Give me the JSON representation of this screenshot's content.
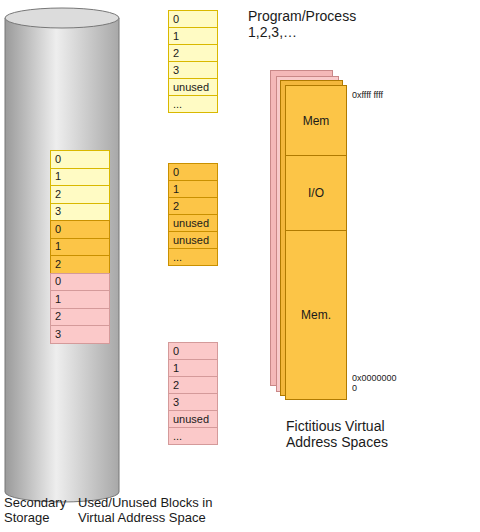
{
  "diagram": {
    "nodes": [
      {
        "text": [
          "0"
        ]
      },
      {
        "text": [
          "1"
        ]
      },
      {
        "text": [
          "2"
        ]
      },
      {
        "text": [
          "3"
        ]
      },
      {
        "text": [
          "0"
        ]
      },
      {
        "text": [
          "1"
        ]
      },
      {
        "text": [
          "2"
        ]
      },
      {
        "text": [
          "0"
        ]
      },
      {
        "text": [
          "1"
        ]
      },
      {
        "text": [
          "2"
        ]
      },
      {
        "text": [
          "3"
        ]
      },
      {
        "text": [
          "0"
        ]
      },
      {
        "text": [
          "1"
        ]
      },
      {
        "text": [
          "2"
        ]
      },
      {
        "text": [
          "3"
        ]
      },
      {
        "text": [
          "unused"
        ]
      },
      {
        "text": [
          "..."
        ]
      },
      {
        "text": [
          "0"
        ]
      },
      {
        "text": [
          "1"
        ]
      },
      {
        "text": [
          "2"
        ]
      },
      {
        "text": [
          "unused"
        ]
      },
      {
        "text": [
          "unused"
        ]
      },
      {
        "text": [
          "..."
        ]
      },
      {
        "text": [
          "0"
        ]
      },
      {
        "text": [
          "1"
        ]
      },
      {
        "text": [
          "2"
        ]
      },
      {
        "text": [
          "3"
        ]
      },
      {
        "text": [
          "unused"
        ]
      },
      {
        "text": [
          "..."
        ]
      },
      {
        "text": [
          "Mem"
        ]
      },
      {
        "text": [
          "I/O"
        ]
      },
      {
        "text": [
          "Mem."
        ]
      }
    ],
    "labels": [
      "Program/Process 1,2,3,…",
      "0xffff ffff",
      "0x0000000 0",
      "Fictitious Virtual Address Spaces",
      "Secondary Storage",
      "Used/Unused Blocks in Virtual Address Space"
    ]
  }
}
